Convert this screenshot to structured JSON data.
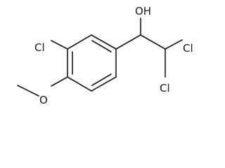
{
  "molecule": {
    "labels": {
      "hydroxyl": "OH",
      "chloro_ring": "Cl",
      "chloro_top": "Cl",
      "chloro_bottom": "Cl",
      "methoxy_oxygen": "O"
    }
  }
}
